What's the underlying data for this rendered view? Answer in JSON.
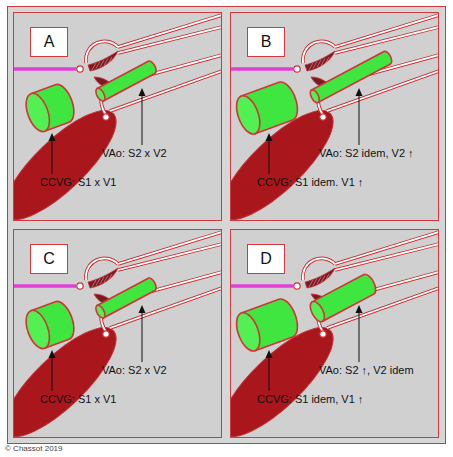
{
  "diagram": {
    "nodes": [
      {
        "text": [
          "VAo: S2 x V2",
          "CCVG: S1 x V1"
        ]
      },
      {
        "text": [
          "A"
        ],
        "in": 0
      },
      {
        "text": [
          "VAo: S2 idem, V2 ↑",
          "CCVG: S1 idem. V1 ↑"
        ]
      },
      {
        "text": [
          "B"
        ],
        "in": 2
      },
      {
        "text": [
          "VAo: S2 x V2",
          "CCVG: S1 x V1"
        ]
      },
      {
        "text": [
          "C"
        ],
        "in": 4
      },
      {
        "text": [
          "VAo: S2 ↑, V2 idem",
          "CCVG: S1 idem, V1 ↑"
        ]
      },
      {
        "text": [
          "D"
        ],
        "in": 6
      }
    ],
    "labels": [
      "© Chassot 2019"
    ]
  }
}
